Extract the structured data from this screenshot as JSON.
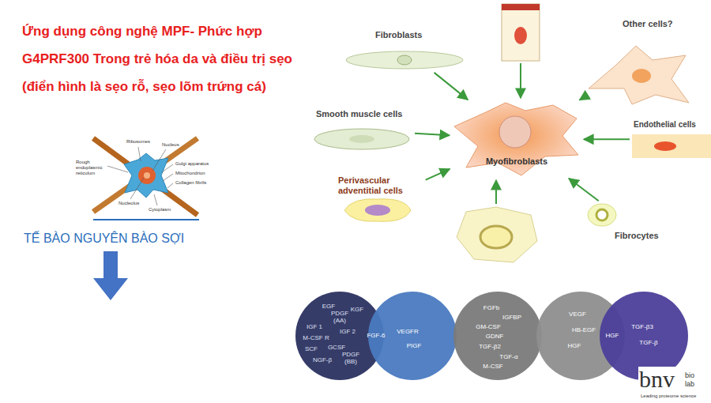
{
  "diagram": {
    "title": "Ứng dụng công nghệ MPF- Phức hợp G4PRF300 Trong trẻ hóa da và điều trị sẹo (điển hình là sẹo rỗ, sẹo lõm trứng cá)",
    "nodes": [
      {
        "text": [
          "Fibroblasts"
        ]
      },
      {
        "text": [
          "Other cells?"
        ]
      },
      {
        "text": [
          "Smooth muscle cells"
        ]
      },
      {
        "text": [
          "Myofibroblasts"
        ]
      },
      {
        "text": [
          "Endothelial cells"
        ]
      },
      {
        "text": [
          "Perivascular adventitial cells"
        ]
      },
      {
        "text": [
          "Fibrocytes"
        ]
      },
      {
        "text": [
          "EGF",
          "KGF",
          "PDGF (AA)",
          "IGF 1",
          "IGF 2",
          "M-CSF R",
          "SCF",
          "GCSF",
          "NGF-β",
          "PDGF (BB)"
        ]
      },
      {
        "text": [
          "VEGFR",
          "PIGF"
        ]
      },
      {
        "text": [
          "FGFb",
          "IGFBP",
          "GM-CSF",
          "GDNF",
          "TGF-β2",
          "TGF-α",
          "M-CSF"
        ]
      },
      {
        "text": [
          "VEGF",
          "HB-EGF",
          "HGF"
        ]
      },
      {
        "text": [
          "TGF-β3",
          "TGF-β"
        ]
      }
    ],
    "edges": [
      {
        "from": 0,
        "to": 3,
        "arrow": "to"
      },
      {
        "from": 1,
        "to": 3,
        "arrow": "to"
      },
      {
        "from": 2,
        "to": 3,
        "arrow": "to"
      },
      {
        "from": 4,
        "to": 3,
        "arrow": "to"
      },
      {
        "from": 5,
        "to": 3,
        "arrow": "to"
      },
      {
        "from": 6,
        "to": 3,
        "arrow": "to"
      }
    ],
    "labels": [
      "Ribosomes",
      "Nucleus",
      "Rough endoplasmic reticulum",
      "Golgi apparatus",
      "Mitochondrion",
      "Collagen fibrils",
      "Nucleolus",
      "Cytoplasm",
      "TẾ BÀO NGUYÊN BÀO SỢI",
      "FGF-6",
      "HGF",
      "bnv",
      "bio",
      "lab",
      "Leading proteome science"
    ]
  }
}
